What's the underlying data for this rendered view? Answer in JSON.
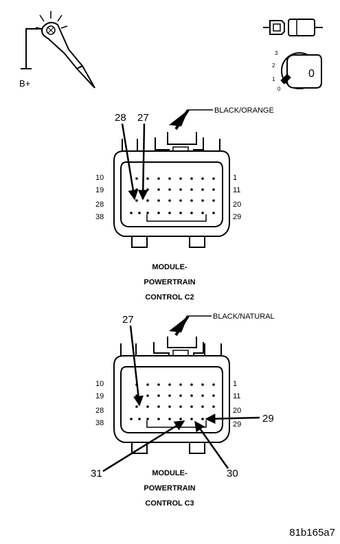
{
  "header": {
    "battery_label": "B+",
    "ignition_positions": [
      "3",
      "2",
      "1",
      "0"
    ],
    "ignition_key_label": "0"
  },
  "connector_c2": {
    "wire_color": "BLACK/ORANGE",
    "callout_top_left": "28",
    "callout_top_right": "27",
    "row_labels_left": [
      "10",
      "19",
      "28",
      "38"
    ],
    "row_labels_right": [
      "1",
      "11",
      "20",
      "29"
    ],
    "title_lines": [
      "MODULE-",
      "POWERTRAIN",
      "CONTROL C2"
    ]
  },
  "connector_c3": {
    "wire_color": "BLACK/NATURAL",
    "callout_top": "27",
    "callout_right": "29",
    "callout_bottom_left": "31",
    "callout_bottom_right": "30",
    "row_labels_left": [
      "10",
      "19",
      "28",
      "38"
    ],
    "row_labels_right": [
      "1",
      "11",
      "20",
      "29"
    ],
    "title_lines": [
      "MODULE-",
      "POWERTRAIN",
      "CONTROL C3"
    ]
  },
  "figure_id": "81b165a7"
}
